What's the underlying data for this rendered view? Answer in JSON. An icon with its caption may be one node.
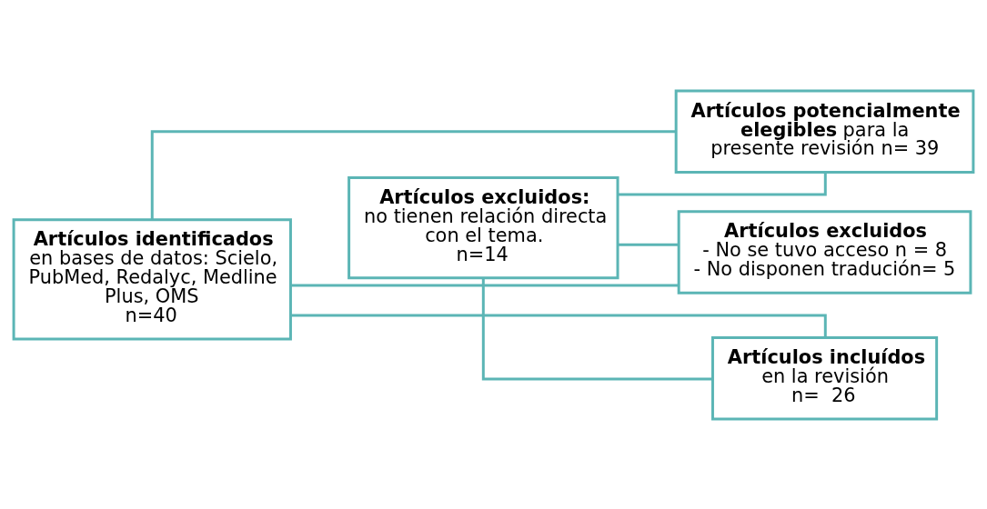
{
  "diagram": {
    "nodes": [
      {
        "text": [
          "Artículos identificados",
          "en bases de datos: Scielo, PubMed, Redalyc, Medline Plus, OMS",
          "n=40"
        ]
      },
      {
        "text": [
          "Artículos excluidos:",
          "no tienen relación directa con el tema.",
          "n=14"
        ]
      },
      {
        "text": [
          "**Artículos potencialmente elegibles** para la presente revisión n= 39"
        ]
      },
      {
        "text": [
          "Artículos excluidos",
          "- No se tuvo acceso n = 8",
          "- No disponen tradución= 5"
        ]
      },
      {
        "text": [
          "Artículos incluídos",
          "en la revisión",
          "n=  26"
        ]
      }
    ],
    "edges": [
      {
        "from": 0,
        "to": 2,
        "arrow": "none"
      },
      {
        "from": 0,
        "to": 3,
        "arrow": "none"
      },
      {
        "from": 0,
        "to": 4,
        "arrow": "none"
      },
      {
        "from": 1,
        "to": 2,
        "arrow": "none"
      },
      {
        "from": 1,
        "to": 3,
        "arrow": "none"
      },
      {
        "from": 1,
        "to": 4,
        "arrow": "none"
      }
    ]
  }
}
